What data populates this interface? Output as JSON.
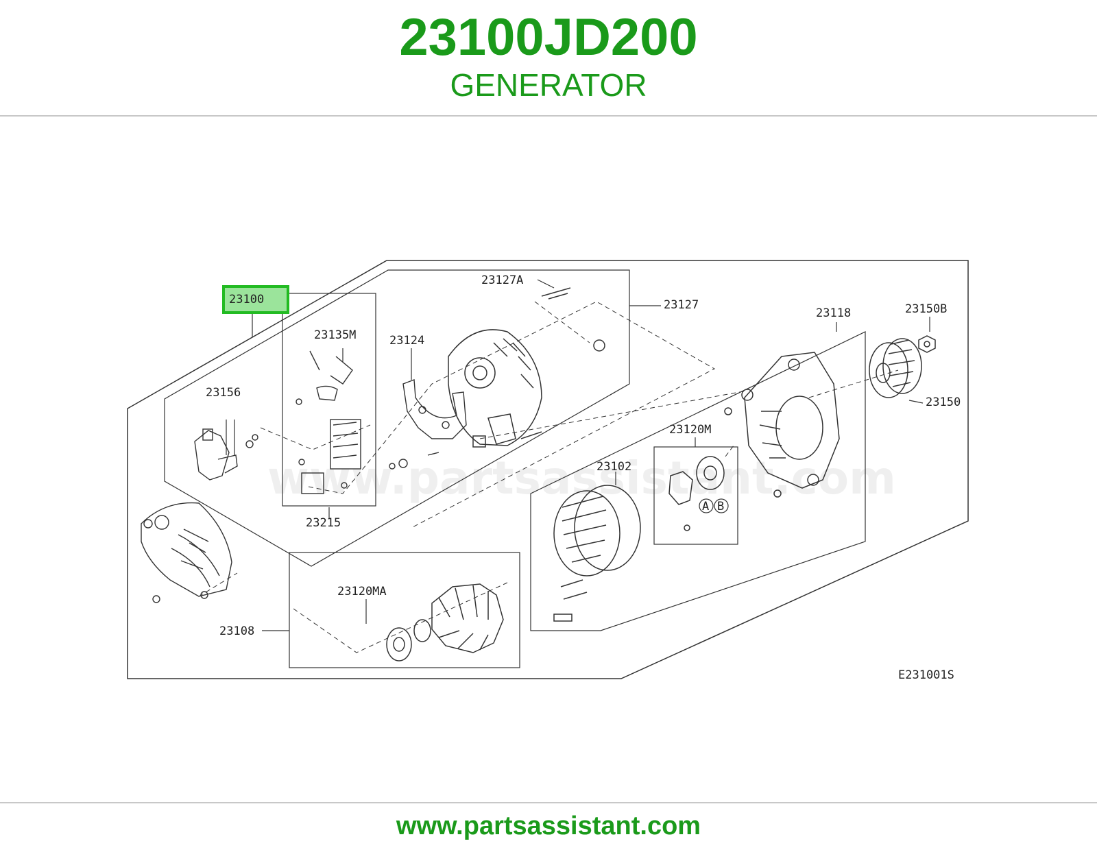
{
  "header": {
    "part_number": "23100JD200",
    "part_name": "GENERATOR"
  },
  "diagram": {
    "labels": {
      "assembly": "23100",
      "p23127A": "23127A",
      "p23127": "23127",
      "p23135M": "23135M",
      "p23124": "23124",
      "p23156": "23156",
      "p23215": "23215",
      "p23118": "23118",
      "p23150B": "23150B",
      "p23150": "23150",
      "p23120M": "23120M",
      "p23102": "23102",
      "p23120MA": "23120MA",
      "p23108": "23108",
      "marker_a": "A",
      "marker_b": "B",
      "drawing_code": "E231001S"
    },
    "watermark": "www.partsassistant.com",
    "highlight_color": "#22bb22"
  },
  "footer": {
    "url": "www.partsassistant.com"
  }
}
